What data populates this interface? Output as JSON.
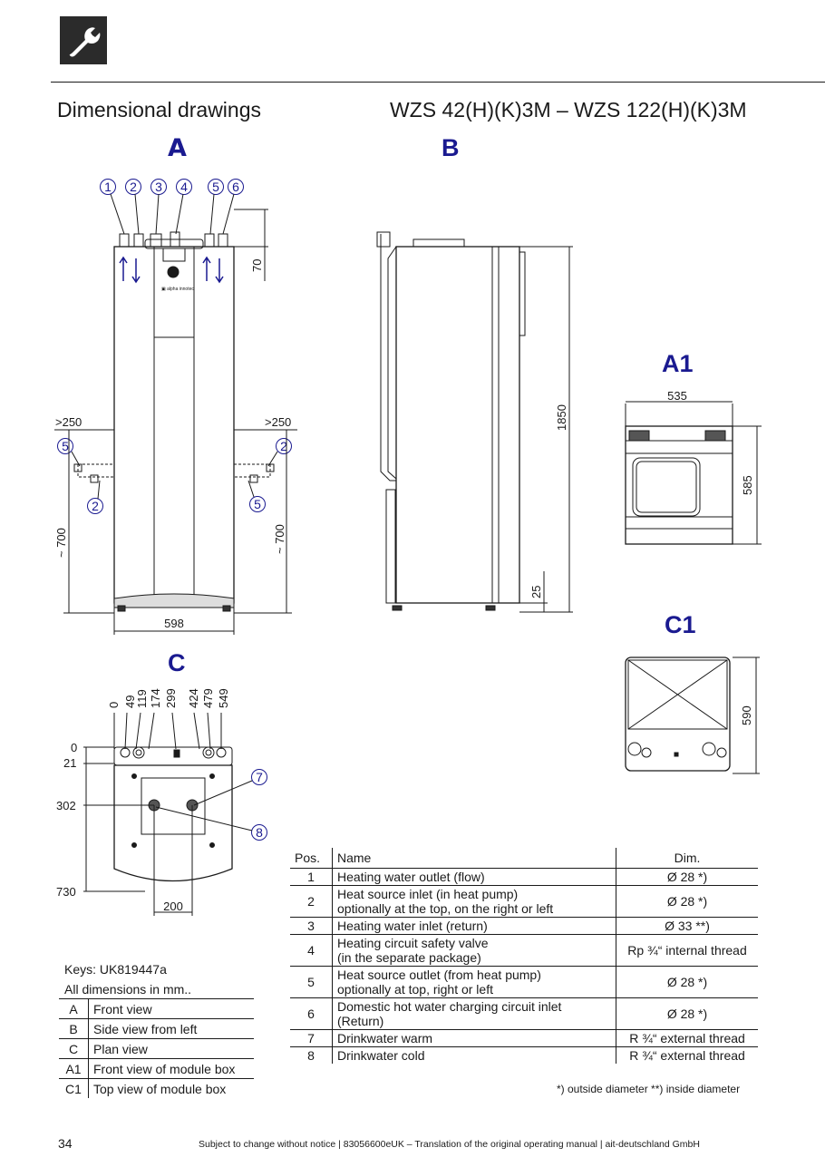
{
  "header": {
    "icon": "wrench-icon",
    "section_title": "Dimensional drawings",
    "model_range": "WZS 42(H)(K)3M – WZS 122(H)(K)3M"
  },
  "views": {
    "a": "A",
    "b": "B",
    "a1": "A1",
    "c1": "C1",
    "c": "C"
  },
  "front_view": {
    "connection_numbers": [
      "1",
      "2",
      "3",
      "4",
      "5",
      "6"
    ],
    "dim_top": "70",
    "dim_width": "598",
    "clearance_left": ">250",
    "clearance_right": ">250",
    "height_left": "~ 700",
    "height_right": "~ 700",
    "callout_left_top": "5",
    "callout_left_bottom": "2",
    "callout_right_top": "2",
    "callout_right_bottom": "5"
  },
  "side_view": {
    "dim_height": "1850",
    "dim_foot": "25"
  },
  "module_front": {
    "dim_width": "535",
    "dim_height": "585"
  },
  "module_top": {
    "dim_depth": "590"
  },
  "plan_view": {
    "x_ticks": [
      "0",
      "49",
      "119",
      "174",
      "299",
      "424",
      "479",
      "549"
    ],
    "y_ticks": [
      "0",
      "21",
      "302",
      "730"
    ],
    "dim_bottom": "200",
    "callout_7": "7",
    "callout_8": "8"
  },
  "keys": {
    "code": "Keys: UK819447a",
    "units": "All dimensions in mm..",
    "rows": [
      {
        "key": "A",
        "value": "Front view"
      },
      {
        "key": "B",
        "value": "Side view from left"
      },
      {
        "key": "C",
        "value": "Plan view"
      },
      {
        "key": "A1",
        "value": "Front view of module box"
      },
      {
        "key": "C1",
        "value": "Top view of module box"
      }
    ]
  },
  "positions": {
    "headers": {
      "pos": "Pos.",
      "name": "Name",
      "dim": "Dim."
    },
    "rows": [
      {
        "pos": "1",
        "name": "Heating water outlet (flow)",
        "name2": "",
        "dim": "Ø 28 *)"
      },
      {
        "pos": "2",
        "name": "Heat source inlet (in heat pump)",
        "name2": "optionally at the top, on the right or left",
        "dim": "Ø 28 *)"
      },
      {
        "pos": "3",
        "name": "Heating water inlet (return)",
        "name2": "",
        "dim": "Ø 33 **)"
      },
      {
        "pos": "4",
        "name": "Heating circuit safety valve",
        "name2": "(in the separate package)",
        "dim": "Rp ¾“ internal thread"
      },
      {
        "pos": "5",
        "name": "Heat source outlet (from heat pump)",
        "name2": "optionally at top, right or left",
        "dim": "Ø 28 *)"
      },
      {
        "pos": "6",
        "name": "Domestic hot water charging circuit inlet (Return)",
        "name2": "",
        "dim": "Ø 28 *)"
      },
      {
        "pos": "7",
        "name": "Drinkwater warm",
        "name2": "",
        "dim": "R ¾“ external thread"
      },
      {
        "pos": "8",
        "name": "Drinkwater cold",
        "name2": "",
        "dim": "R ¾“ external thread"
      }
    ],
    "footnote": "*) outside diameter   **) inside diameter"
  },
  "footer": {
    "page_number": "34",
    "text": "Subject to change without notice  |  83056600eUK – Translation of the original operating manual |  ait-deutschland GmbH"
  }
}
